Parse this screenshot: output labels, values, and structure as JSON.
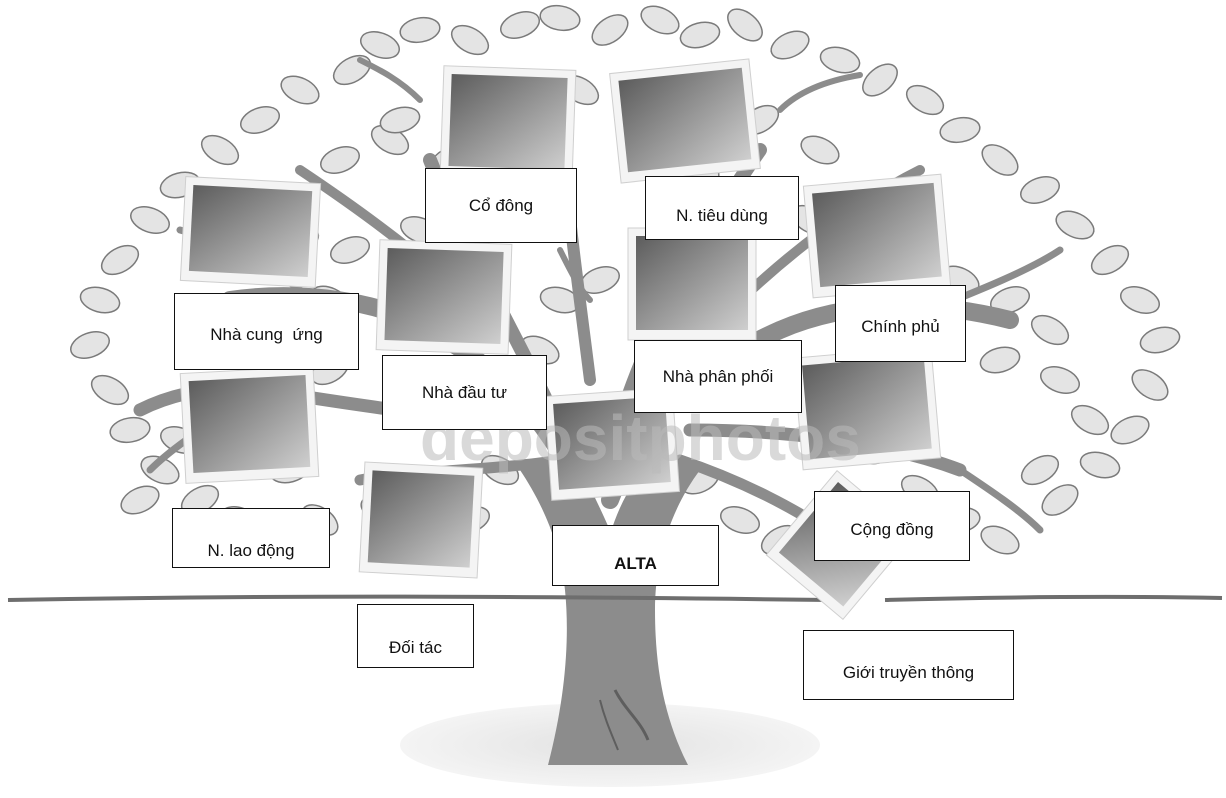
{
  "diagram": {
    "center_label": "ALTA",
    "stakeholders": [
      "Cổ đông",
      "N. tiêu dùng",
      "Nhà cung  ứng",
      "Chính phủ",
      "Nhà đầu tư",
      "Nhà phân phối",
      "N. lao động",
      "Cộng đồng",
      "Đối tác",
      "Giới truyền thông"
    ]
  },
  "watermark": "depositphotos",
  "colors": {
    "leaf_fill": "#e4e4e4",
    "leaf_stroke": "#7a7a7a",
    "trunk": "#8c8c8c",
    "ground": "#6e6e6e",
    "frame": "#f4f4f4",
    "photo_dark": "#5c5c5c",
    "photo_light": "#c8c8c8"
  }
}
